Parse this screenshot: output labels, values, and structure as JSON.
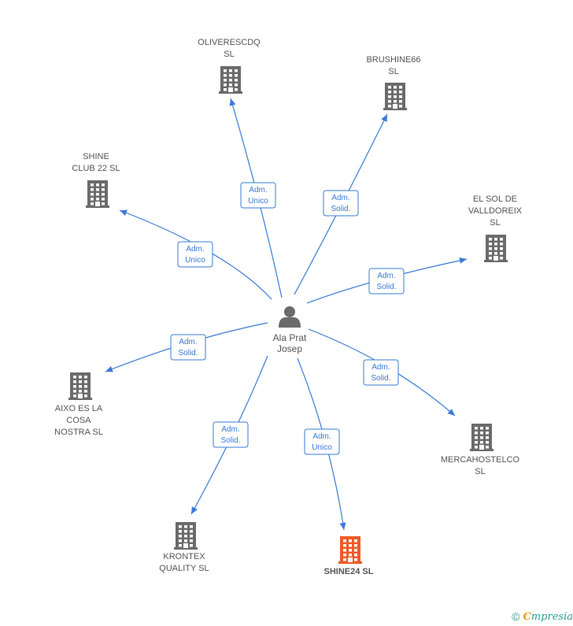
{
  "colors": {
    "edge": "#3a7bd5",
    "building": "#6b6b6b",
    "building_focus": "#f05a28",
    "text": "#555555"
  },
  "center": {
    "name_lines": [
      "Ala Prat",
      "Josep"
    ],
    "icon": "person-icon"
  },
  "nodes": [
    {
      "id": "oliverescdq",
      "lines": [
        "OLIVERESCDQ",
        "SL"
      ],
      "role_lines": [
        "Adm.",
        "Unico"
      ],
      "icon": "building-icon",
      "focus": false
    },
    {
      "id": "brushine66",
      "lines": [
        "BRUSHINE66",
        "SL"
      ],
      "role_lines": [
        "Adm.",
        "Solid."
      ],
      "icon": "building-icon",
      "focus": false
    },
    {
      "id": "shine-club-22",
      "lines": [
        "SHINE",
        "CLUB 22  SL"
      ],
      "role_lines": [
        "Adm.",
        "Unico"
      ],
      "icon": "building-icon",
      "focus": false
    },
    {
      "id": "el-sol-de-valldoreix",
      "lines": [
        "EL SOL DE",
        "VALLDOREIX",
        "SL"
      ],
      "role_lines": [
        "Adm.",
        "Solid."
      ],
      "icon": "building-icon",
      "focus": false
    },
    {
      "id": "aixo-es-la-cosa-nostra",
      "lines": [
        "AIXO ES LA",
        "COSA",
        "NOSTRA  SL"
      ],
      "role_lines": [
        "Adm.",
        "Solid."
      ],
      "icon": "building-icon",
      "focus": false
    },
    {
      "id": "mercahostelco",
      "lines": [
        "MERCAHOSTELCO",
        "SL"
      ],
      "role_lines": [
        "Adm.",
        "Solid."
      ],
      "icon": "building-icon",
      "focus": false
    },
    {
      "id": "krontex-quality",
      "lines": [
        "KRONTEX",
        "QUALITY SL"
      ],
      "role_lines": [
        "Adm.",
        "Solid."
      ],
      "icon": "building-icon",
      "focus": false
    },
    {
      "id": "shine24",
      "lines": [
        "SHINE24  SL"
      ],
      "role_lines": [
        "Adm.",
        "Unico"
      ],
      "icon": "building-icon",
      "focus": true
    }
  ],
  "footer": {
    "copyright_symbol": "©",
    "brand_initial": "C",
    "brand_rest": "mpresia"
  }
}
